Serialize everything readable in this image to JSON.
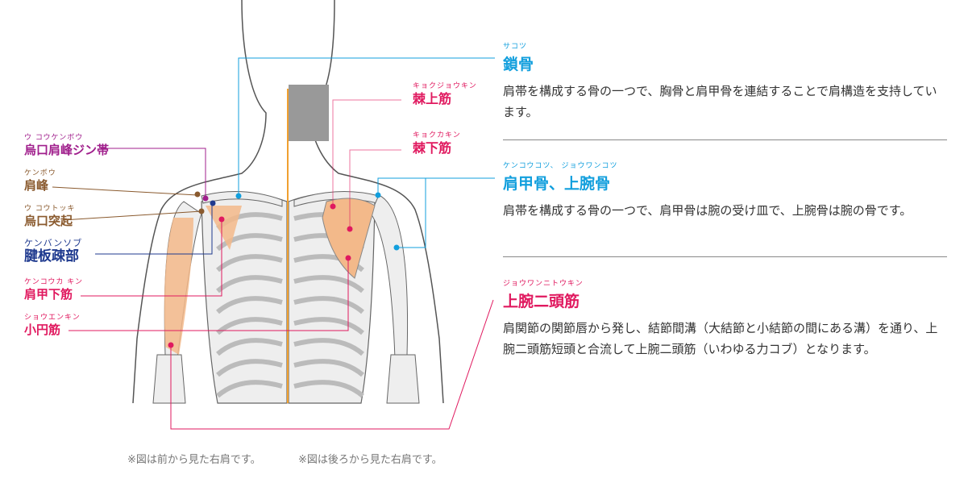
{
  "left_labels": [
    {
      "ruby": "ウ コウケンボウ",
      "name": "烏口肩峰ジン帯",
      "color": "#a01f8c"
    },
    {
      "ruby": "ケンボウ",
      "name": "肩峰",
      "color": "#8a5a2e"
    },
    {
      "ruby": "ウ コウトッキ",
      "name": "烏口突起",
      "color": "#8a5a2e"
    },
    {
      "ruby": "ケンバンソブ",
      "name": "腱板疎部",
      "color": "#1f3a8f"
    },
    {
      "ruby": "ケンコウカ キン",
      "name": "肩甲下筋",
      "color": "#e0195f"
    },
    {
      "ruby": "ショウエンキン",
      "name": "小円筋",
      "color": "#e0195f"
    }
  ],
  "back_labels": [
    {
      "ruby": "キョクジョウキン",
      "name": "棘上筋"
    },
    {
      "ruby": "キョクカキン",
      "name": "棘下筋"
    }
  ],
  "sections": [
    {
      "ruby": "サコツ",
      "title": "鎖骨",
      "text": "肩帯を構成する骨の一つで、胸骨と肩甲骨を連結することで肩構造を支持しています。"
    },
    {
      "ruby": "ケンコウコツ、 ジョウワンコツ",
      "title": "肩甲骨、上腕骨",
      "text": "肩帯を構成する骨の一つで、肩甲骨は腕の受け皿で、上腕骨は腕の骨です。"
    },
    {
      "ruby": "ジョウワンニトウキン",
      "title": "上腕二頭筋",
      "text": "肩関節の関節唇から発し、結節間溝（大結節と小結節の間にある溝）を通り、上腕二頭筋短頭と合流して上腕二頭筋（いわゆる力コブ）となります。"
    }
  ],
  "notes": [
    "※図は前から見た右肩です。",
    "※図は後ろから見た右肩です。"
  ],
  "colors": {
    "pink": "#e0195f",
    "blue": "#129fdd",
    "purple": "#a01f8c",
    "brown": "#8a5a2e",
    "navy": "#1f3a8f",
    "muscle": "#f3b98a",
    "midline": "#f0a030"
  }
}
